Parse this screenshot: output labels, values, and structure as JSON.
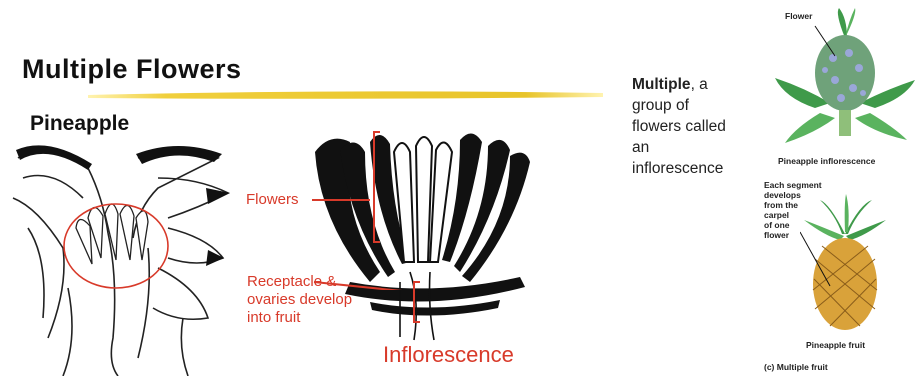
{
  "title": "Multiple Flowers",
  "subtitle": "Pineapple",
  "labels": {
    "flowers": "Flowers",
    "receptacle_line1": "Receptacle &",
    "receptacle_line2": "ovaries develop",
    "receptacle_line3": "into fruit",
    "inflorescence": "Inflorescence"
  },
  "description": {
    "bold": "Multiple",
    "rest_line1": ", a",
    "line2": "group of",
    "line3": "flowers called",
    "line4": "an",
    "line5": "inflorescence"
  },
  "side_figure": {
    "flower_label": "Flower",
    "inflorescence_caption": "Pineapple inflorescence",
    "segment_line1": "Each segment",
    "segment_line2": "develops",
    "segment_line3": "from the",
    "segment_line4": "carpel",
    "segment_line5": "of one",
    "segment_line6": "flower",
    "fruit_caption": "Pineapple fruit",
    "part_caption": "(c) Multiple fruit"
  },
  "colors": {
    "accent_red": "#d83a2a",
    "underline_yellow": "#e8c42a",
    "leaf_green": "#3f9a4a",
    "fruit_orange": "#d9a23a"
  }
}
